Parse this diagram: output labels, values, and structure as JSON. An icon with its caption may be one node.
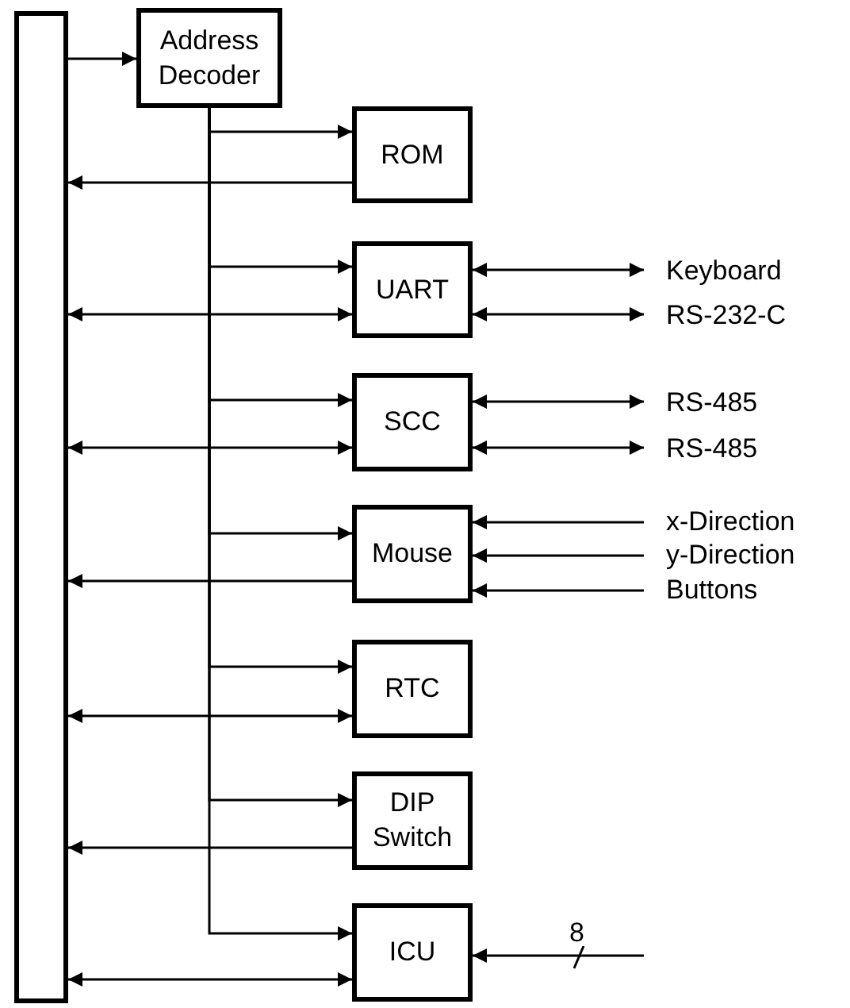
{
  "diagram": {
    "nodes": [
      {
        "text": [],
        "shape": "bar"
      },
      {
        "text": [
          "Address Decoder"
        ]
      },
      {
        "text": [
          "ROM"
        ]
      },
      {
        "text": [
          "UART"
        ]
      },
      {
        "text": [
          "SCC"
        ]
      },
      {
        "text": [
          "Mouse"
        ]
      },
      {
        "text": [
          "RTC"
        ]
      },
      {
        "text": [
          "DIP Switch"
        ]
      },
      {
        "text": [
          "ICU"
        ]
      },
      {
        "text": [
          "Keyboard"
        ]
      },
      {
        "text": [
          "RS-232-C"
        ]
      },
      {
        "text": [
          "RS-485"
        ]
      },
      {
        "text": [
          "RS-485"
        ]
      },
      {
        "text": [
          "x-Direction"
        ]
      },
      {
        "text": [
          "y-Direction"
        ]
      },
      {
        "text": [
          "Buttons"
        ]
      }
    ],
    "edges": [
      {
        "from": 0,
        "to": 1,
        "arrow": "to"
      },
      {
        "from": 1,
        "to": 2,
        "arrow": "to"
      },
      {
        "from": 1,
        "to": 3,
        "arrow": "to"
      },
      {
        "from": 1,
        "to": 4,
        "arrow": "to"
      },
      {
        "from": 1,
        "to": 5,
        "arrow": "to"
      },
      {
        "from": 1,
        "to": 6,
        "arrow": "to"
      },
      {
        "from": 1,
        "to": 7,
        "arrow": "to"
      },
      {
        "from": 1,
        "to": 8,
        "arrow": "to"
      },
      {
        "from": 2,
        "to": 0,
        "arrow": "to"
      },
      {
        "from": 0,
        "to": 3,
        "arrow": "both"
      },
      {
        "from": 0,
        "to": 4,
        "arrow": "both"
      },
      {
        "from": 5,
        "to": 0,
        "arrow": "to"
      },
      {
        "from": 0,
        "to": 6,
        "arrow": "both"
      },
      {
        "from": 7,
        "to": 0,
        "arrow": "to"
      },
      {
        "from": 0,
        "to": 8,
        "arrow": "both"
      },
      {
        "from": 3,
        "to": 9,
        "arrow": "both"
      },
      {
        "from": 3,
        "to": 10,
        "arrow": "both"
      },
      {
        "from": 4,
        "to": 11,
        "arrow": "both"
      },
      {
        "from": 4,
        "to": 12,
        "arrow": "both"
      },
      {
        "from": 13,
        "to": 5,
        "arrow": "to"
      },
      {
        "from": 14,
        "to": 5,
        "arrow": "to"
      },
      {
        "from": 15,
        "to": 5,
        "arrow": "to"
      },
      {
        "from": null,
        "to": 8,
        "arrow": "to",
        "label": "8"
      }
    ]
  }
}
